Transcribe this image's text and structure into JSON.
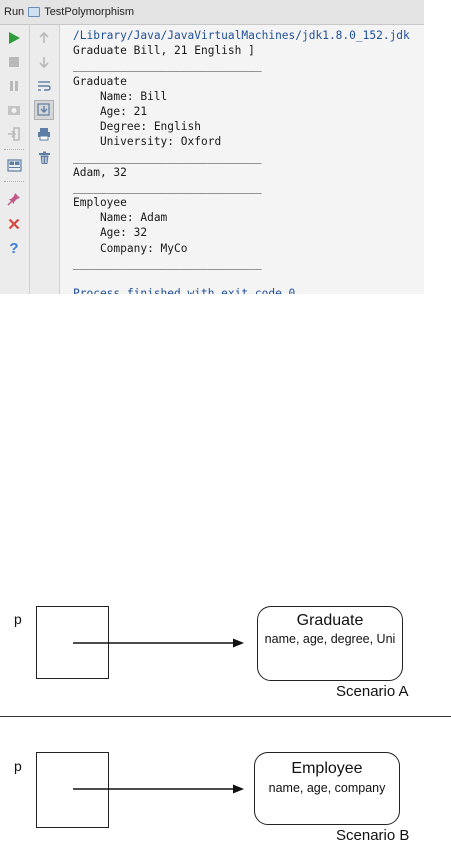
{
  "run_window": {
    "tab_label": "Run",
    "config_name": "TestPolymorphism",
    "toolbar_left": [
      {
        "icon": "run-icon",
        "color": "#2f9e3a"
      },
      {
        "icon": "stop-icon",
        "color": "#b9b9b9"
      },
      {
        "icon": "pause-icon",
        "color": "#b9b9b9"
      },
      {
        "icon": "dump-threads-icon",
        "color": "#b9b9b9"
      },
      {
        "icon": "exit-icon",
        "color": "#b9b9b9"
      },
      {
        "icon": "layout-icon",
        "color": "#5d7fa6"
      },
      {
        "icon": "pin-icon",
        "color": "#c45a8c"
      },
      {
        "icon": "close-icon",
        "color": "#d9463e"
      },
      {
        "icon": "help-icon",
        "color": "#3a7bd5"
      }
    ],
    "toolbar_right": [
      {
        "icon": "up-arrow-icon"
      },
      {
        "icon": "down-arrow-icon"
      },
      {
        "icon": "soft-wrap-icon"
      },
      {
        "icon": "scroll-to-end-icon"
      },
      {
        "icon": "print-icon"
      },
      {
        "icon": "trash-icon"
      }
    ],
    "console_lines": [
      "/Library/Java/JavaVirtualMachines/jdk1.8.0_152.jdk",
      "Graduate Bill, 21 English ]",
      "____________________________",
      "Graduate",
      "    Name: Bill",
      "    Age: 21",
      "    Degree: English",
      "    University: Oxford",
      "____________________________",
      "Adam, 32",
      "____________________________",
      "Employee",
      "    Name: Adam",
      "    Age: 32",
      "    Company: MyCo",
      "____________________________",
      "",
      "Process finished with exit code 0"
    ]
  },
  "scenario_a": {
    "var_label": "p",
    "object_title": "Graduate",
    "object_fields": "name, age, degree, Uni",
    "caption": "Scenario A"
  },
  "scenario_b": {
    "var_label": "p",
    "object_title": "Employee",
    "object_fields": "name, age, company",
    "caption": "Scenario B"
  }
}
